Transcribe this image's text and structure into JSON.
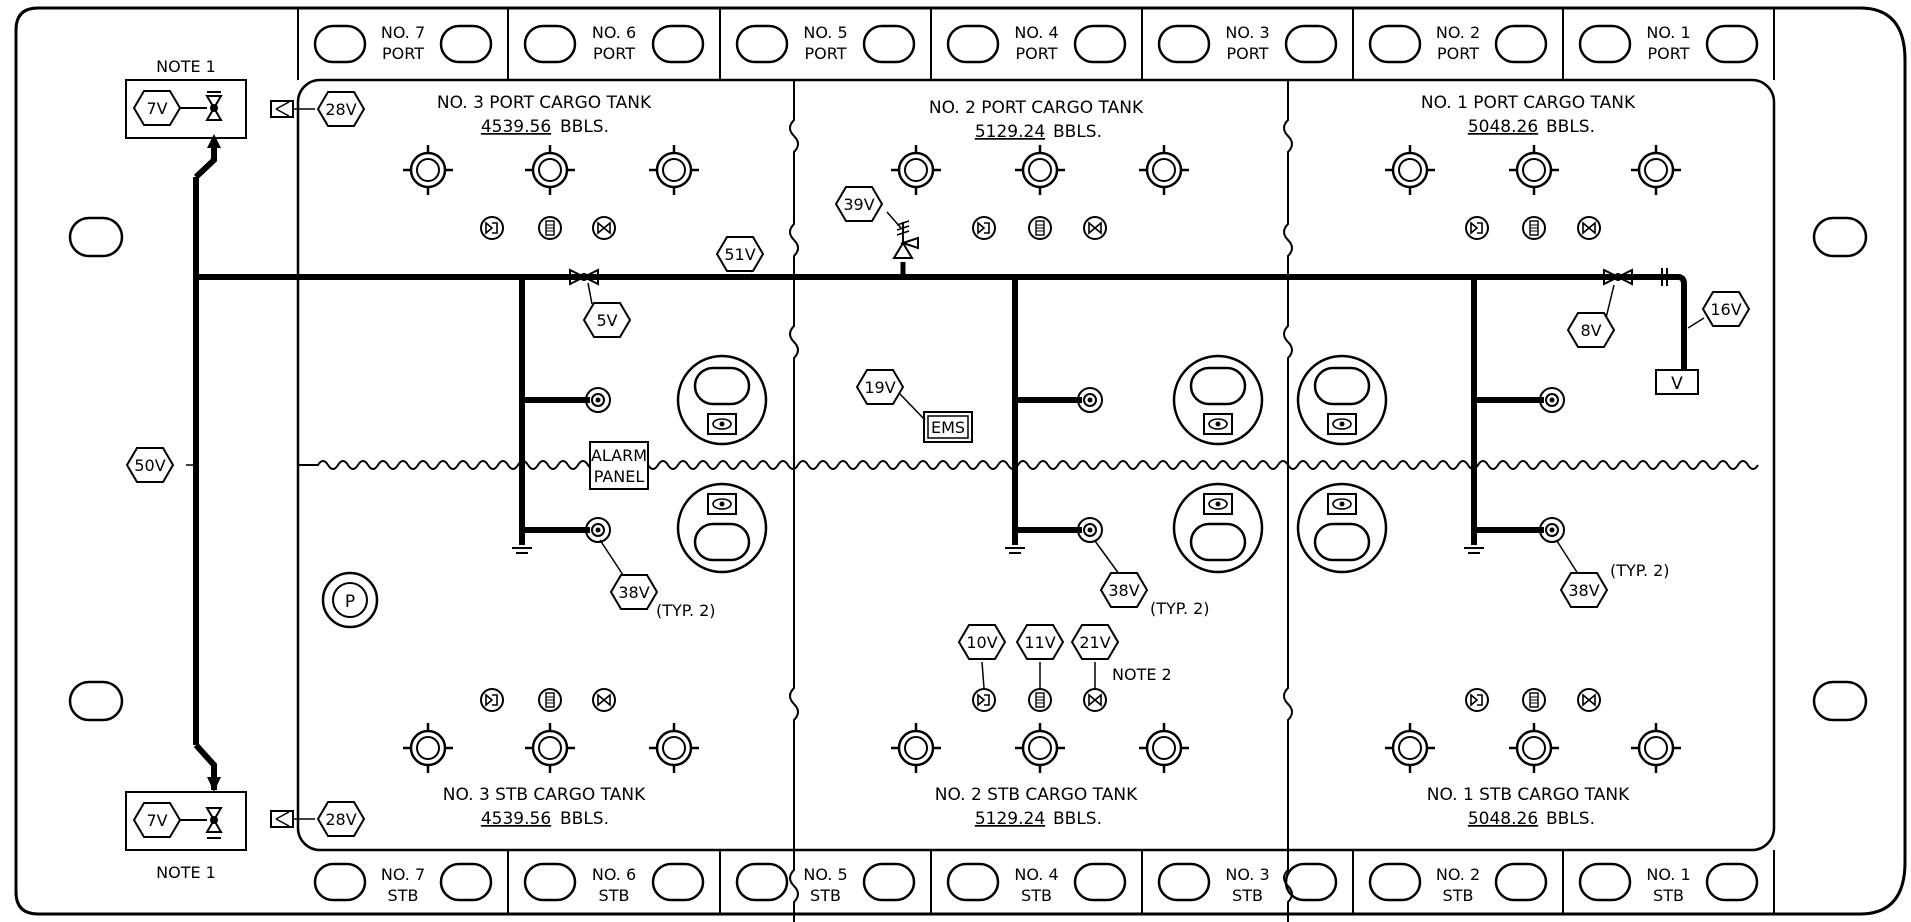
{
  "diagram": {
    "top_bays": [
      {
        "no": "NO. 7",
        "side": "PORT"
      },
      {
        "no": "NO. 6",
        "side": "PORT"
      },
      {
        "no": "NO. 5",
        "side": "PORT"
      },
      {
        "no": "NO. 4",
        "side": "PORT"
      },
      {
        "no": "NO. 3",
        "side": "PORT"
      },
      {
        "no": "NO. 2",
        "side": "PORT"
      },
      {
        "no": "NO. 1",
        "side": "PORT"
      }
    ],
    "bottom_bays": [
      {
        "no": "NO. 7",
        "side": "STB"
      },
      {
        "no": "NO. 6",
        "side": "STB"
      },
      {
        "no": "NO. 5",
        "side": "STB"
      },
      {
        "no": "NO. 4",
        "side": "STB"
      },
      {
        "no": "NO. 3",
        "side": "STB"
      },
      {
        "no": "NO. 2",
        "side": "STB"
      },
      {
        "no": "NO. 1",
        "side": "STB"
      }
    ],
    "tanks": {
      "port3": {
        "name": "NO. 3 PORT CARGO TANK",
        "volume": "4539.56",
        "unit": "BBLS."
      },
      "port2": {
        "name": "NO. 2 PORT CARGO TANK",
        "volume": "5129.24",
        "unit": "BBLS."
      },
      "port1": {
        "name": "NO. 1 PORT CARGO TANK",
        "volume": "5048.26",
        "unit": "BBLS."
      },
      "stb3": {
        "name": "NO. 3 STB CARGO TANK",
        "volume": "4539.56",
        "unit": "BBLS."
      },
      "stb2": {
        "name": "NO. 2 STB CARGO TANK",
        "volume": "5129.24",
        "unit": "BBLS."
      },
      "stb1": {
        "name": "NO. 1 STB CARGO TANK",
        "volume": "5048.26",
        "unit": "BBLS."
      }
    },
    "notes": {
      "note1_top": "NOTE 1",
      "note1_bottom": "NOTE 1",
      "note2": "NOTE 2",
      "typ2_a": "(TYP. 2)",
      "typ2_b": "(TYP. 2)",
      "typ2_c": "(TYP. 2)"
    },
    "tags": {
      "v7_top": "7V",
      "v7_bottom": "7V",
      "v28_top": "28V",
      "v28_bottom": "28V",
      "v50": "50V",
      "v51": "51V",
      "v5": "5V",
      "v39": "39V",
      "v19": "19V",
      "v8": "8V",
      "v16": "16V",
      "v38_a": "38V",
      "v38_b": "38V",
      "v38_c": "38V",
      "v10": "10V",
      "v11": "11V",
      "v21": "21V"
    },
    "boxes": {
      "alarm_line1": "ALARM",
      "alarm_line2": "PANEL",
      "ems": "EMS",
      "vent": "V",
      "p_symbol": "P"
    }
  }
}
